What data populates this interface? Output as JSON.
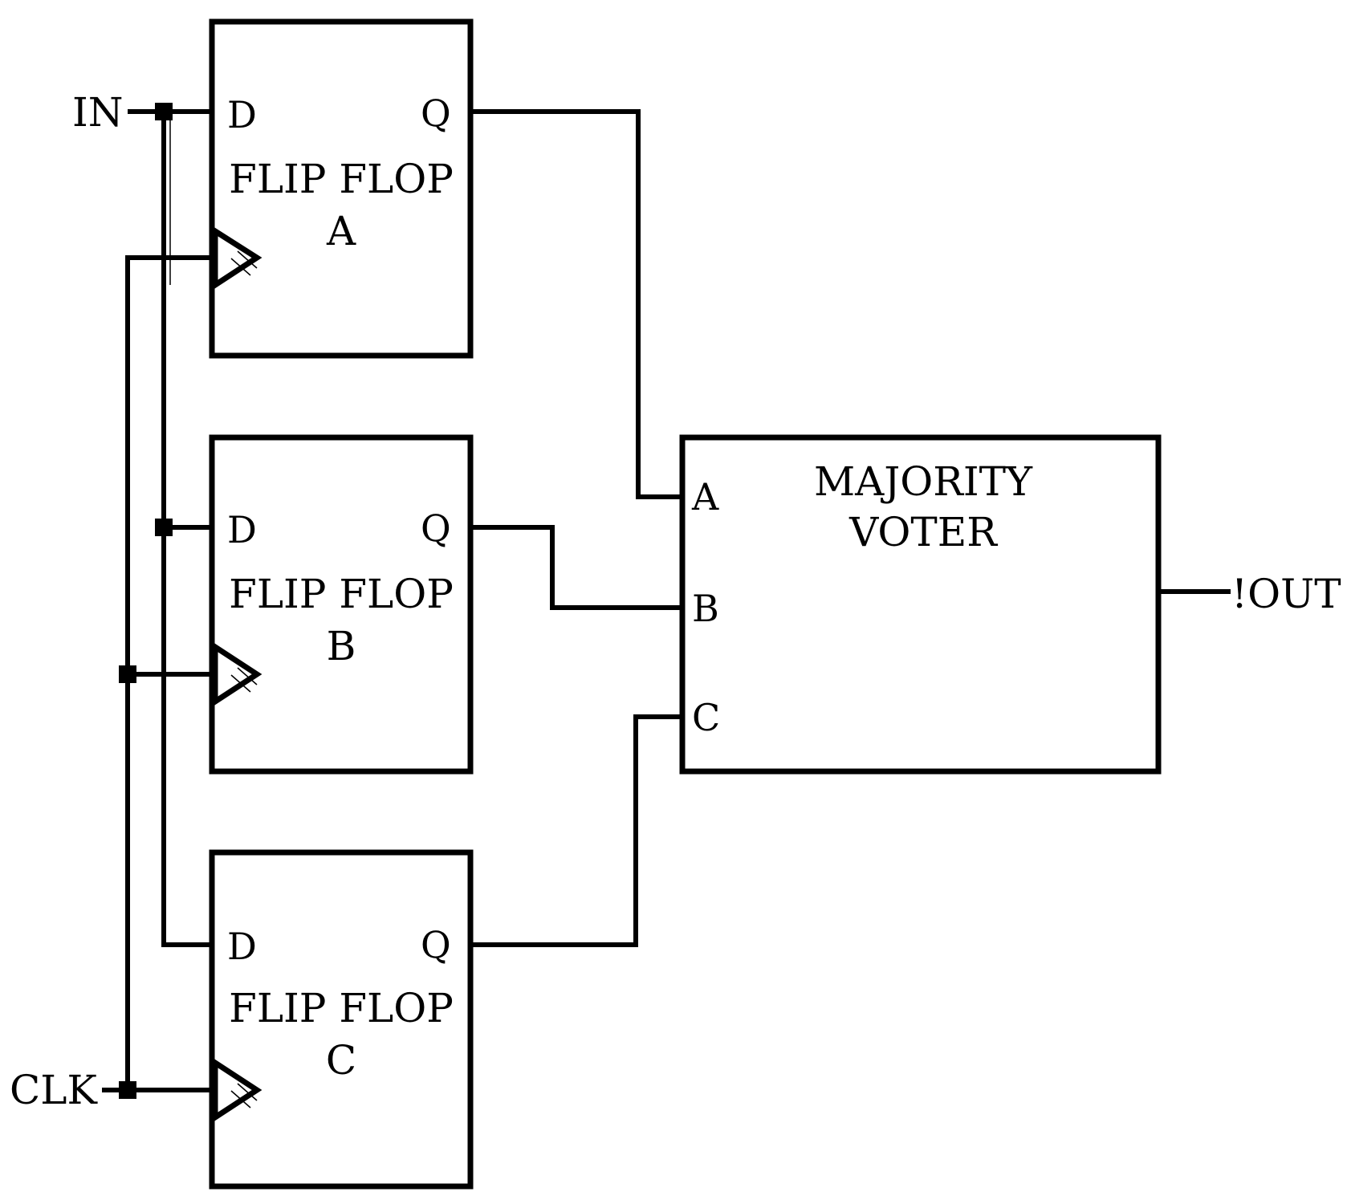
{
  "inputs": {
    "in_label": "IN",
    "clk_label": "CLK"
  },
  "output": {
    "label": "!OUT"
  },
  "flipflops": [
    {
      "title_line1": "FLIP FLOP",
      "title_line2": "A",
      "d_pin": "D",
      "q_pin": "Q"
    },
    {
      "title_line1": "FLIP FLOP",
      "title_line2": "B",
      "d_pin": "D",
      "q_pin": "Q"
    },
    {
      "title_line1": "FLIP FLOP",
      "title_line2": "C",
      "d_pin": "D",
      "q_pin": "Q"
    }
  ],
  "voter": {
    "title_line1": "MAJORITY",
    "title_line2": "VOTER",
    "pins": [
      "A",
      "B",
      "C"
    ]
  }
}
